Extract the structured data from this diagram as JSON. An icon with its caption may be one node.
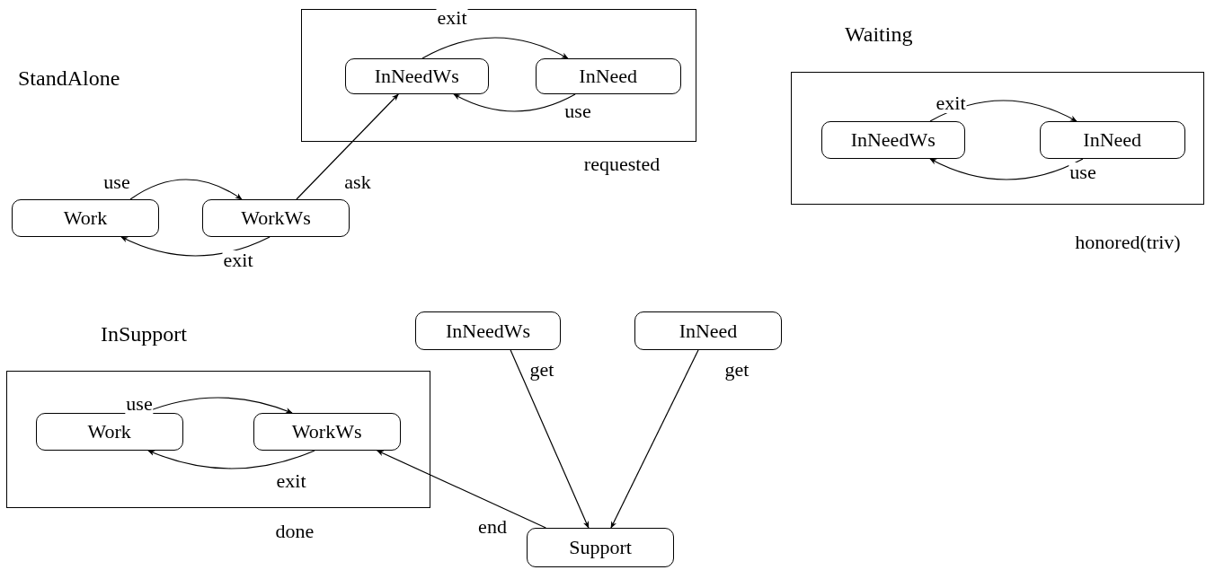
{
  "diagram": {
    "nodes": [
      {
        "text": [],
        "shape": "box",
        "beside": [
          "requested"
        ]
      },
      {
        "text": [
          "InNeedWs"
        ],
        "in": 0
      },
      {
        "text": [
          "InNeed"
        ],
        "in": 0
      },
      {
        "text": [
          "Work"
        ]
      },
      {
        "text": [
          "WorkWs"
        ]
      },
      {
        "text": [],
        "shape": "box",
        "beside": [
          "honored(triv)"
        ]
      },
      {
        "text": [
          "InNeedWs"
        ],
        "in": 5
      },
      {
        "text": [
          "InNeed"
        ],
        "in": 5
      },
      {
        "text": [
          "InNeedWs"
        ]
      },
      {
        "text": [
          "InNeed"
        ]
      },
      {
        "text": [],
        "shape": "box",
        "beside": [
          "done"
        ]
      },
      {
        "text": [
          "Work"
        ],
        "in": 10
      },
      {
        "text": [
          "WorkWs"
        ],
        "in": 10
      },
      {
        "text": [
          "Support"
        ]
      }
    ],
    "edges": [
      {
        "from": 1,
        "to": 2,
        "arrow": "to",
        "label": "exit"
      },
      {
        "from": 2,
        "to": 1,
        "arrow": "to",
        "label": "use"
      },
      {
        "from": 3,
        "to": 4,
        "arrow": "to",
        "label": "use"
      },
      {
        "from": 4,
        "to": 3,
        "arrow": "to",
        "label": "exit"
      },
      {
        "from": 4,
        "to": 1,
        "arrow": "to",
        "label": "ask"
      },
      {
        "from": 6,
        "to": 7,
        "arrow": "to",
        "label": "exit"
      },
      {
        "from": 7,
        "to": 6,
        "arrow": "to",
        "label": "use"
      },
      {
        "from": 8,
        "to": 13,
        "arrow": "to",
        "label": "get"
      },
      {
        "from": 9,
        "to": 13,
        "arrow": "to",
        "label": "get"
      },
      {
        "from": 11,
        "to": 12,
        "arrow": "to",
        "label": "use"
      },
      {
        "from": 12,
        "to": 11,
        "arrow": "to",
        "label": "exit"
      },
      {
        "from": 13,
        "to": 12,
        "arrow": "to",
        "label": "end"
      }
    ],
    "labels": [
      "StandAlone",
      "Waiting",
      "InSupport"
    ]
  }
}
